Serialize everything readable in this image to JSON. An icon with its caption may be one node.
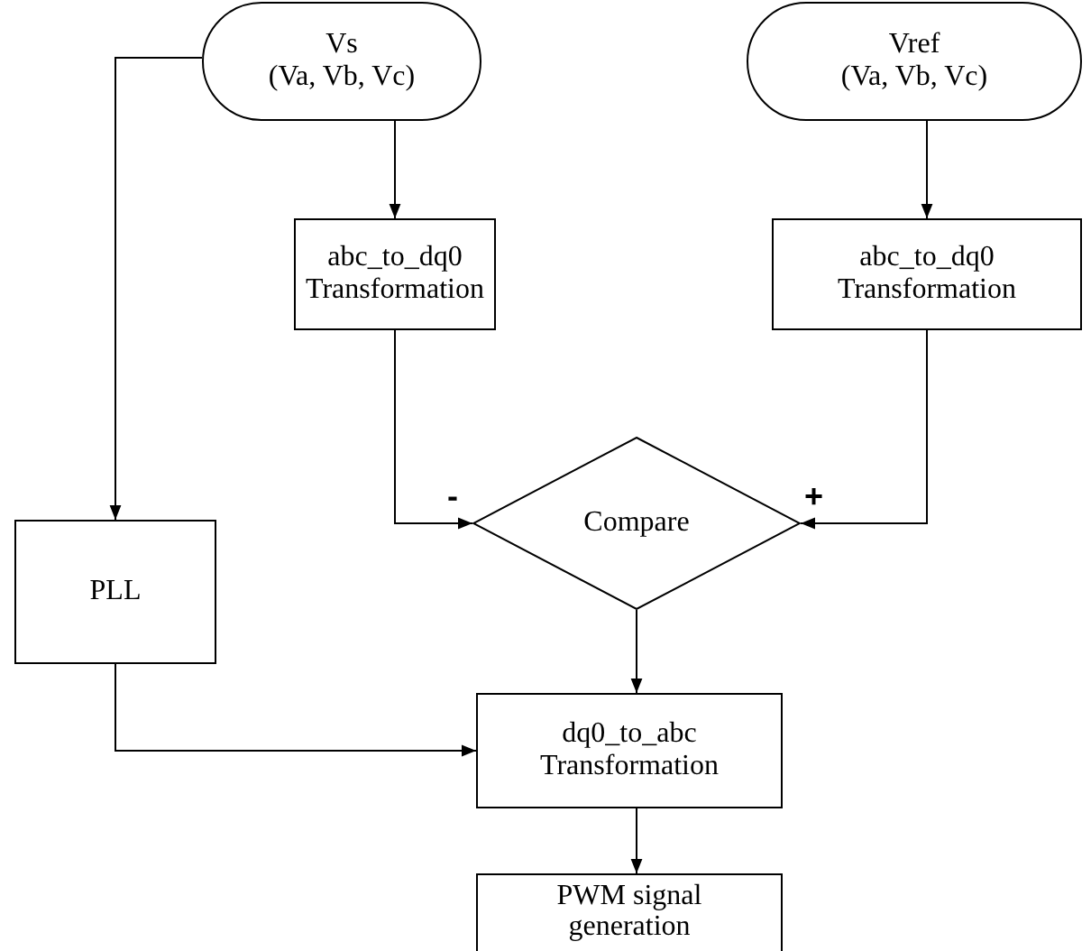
{
  "diagram": {
    "nodes": [
      {
        "text": [
          "Vs",
          "(Va, Vb, Vc)"
        ]
      },
      {
        "text": [
          "Vref",
          "(Va, Vb, Vc)"
        ]
      },
      {
        "text": [
          "abc_to_dq0 Transformation"
        ]
      },
      {
        "text": [
          "abc_to_dq0 Transformation"
        ]
      },
      {
        "text": [
          "Compare"
        ]
      },
      {
        "text": [
          "PLL"
        ]
      },
      {
        "text": [
          "dq0_to_abc Transformation"
        ]
      },
      {
        "text": [
          "PWM signal generation"
        ]
      }
    ],
    "edges": [
      {
        "from": 0,
        "to": 5,
        "arrow": "to"
      },
      {
        "from": 0,
        "to": 2,
        "arrow": "to"
      },
      {
        "from": 1,
        "to": 3,
        "arrow": "to"
      },
      {
        "from": 2,
        "to": 4,
        "arrow": "to",
        "label": "-"
      },
      {
        "from": 3,
        "to": 4,
        "arrow": "to",
        "label": "+"
      },
      {
        "from": 4,
        "to": 6,
        "arrow": "to"
      },
      {
        "from": 5,
        "to": 6,
        "arrow": "to"
      },
      {
        "from": 6,
        "to": 7,
        "arrow": "to"
      }
    ]
  }
}
